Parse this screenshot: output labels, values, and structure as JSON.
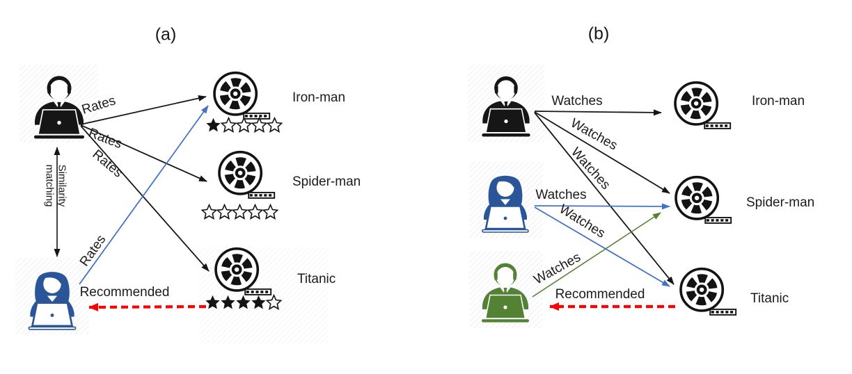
{
  "colors": {
    "black_user": "#161616",
    "blue_user": "#2a5699",
    "green_user": "#548235",
    "blue_arrow": "#4472c4",
    "green_arrow": "#548235",
    "red_arrow": "#ff0000"
  },
  "panel_a": {
    "title": "(a)",
    "rates_labels": [
      "Rates",
      "Rates",
      "Rates",
      "Rates"
    ],
    "similarity_label": "Similarity matching",
    "recommended_label": "Recommended",
    "movies": [
      {
        "title": "Iron-man",
        "stars_filled": 1,
        "stars_total": 5
      },
      {
        "title": "Spider-man",
        "stars_filled": 0,
        "stars_total": 5
      },
      {
        "title": "Titanic",
        "stars_filled": 4,
        "stars_total": 5
      }
    ]
  },
  "panel_b": {
    "title": "(b)",
    "watches_labels": [
      "Watches",
      "Watches",
      "Watches",
      "Watches",
      "Watches",
      "Watches"
    ],
    "recommended_label": "Recommended",
    "movies": [
      {
        "title": "Iron-man"
      },
      {
        "title": "Spider-man"
      },
      {
        "title": "Titanic"
      }
    ]
  }
}
